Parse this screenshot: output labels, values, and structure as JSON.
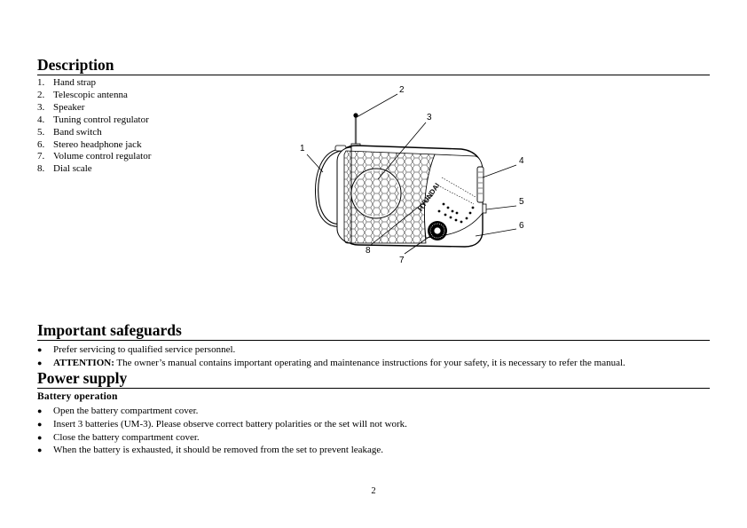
{
  "description": {
    "title": "Description",
    "items": [
      {
        "num": "1.",
        "label": "Hand strap"
      },
      {
        "num": "2.",
        "label": "Telescopic antenna"
      },
      {
        "num": "3.",
        "label": "Speaker"
      },
      {
        "num": "4.",
        "label": "Tuning control regulator"
      },
      {
        "num": "5.",
        "label": "Band switch"
      },
      {
        "num": "6.",
        "label": "Stereo headphone jack"
      },
      {
        "num": "7.",
        "label": "Volume control regulator"
      },
      {
        "num": "8.",
        "label": "Dial scale"
      }
    ]
  },
  "figure": {
    "callouts": [
      "1",
      "2",
      "3",
      "4",
      "5",
      "6",
      "7",
      "8"
    ],
    "brand_text": "HYUNDAI"
  },
  "safeguards": {
    "title": "Important safeguards",
    "item1": "Prefer servicing to qualified service personnel.",
    "item2_bold": "ATTENTION:",
    "item2_text": " The owner’s manual contains important operating and maintenance instructions for your safety, it is necessary to refer the manual."
  },
  "power": {
    "title": "Power supply",
    "subtitle": "Battery operation",
    "items": [
      "Open the battery compartment cover.",
      "Insert 3 batteries (UM-3). Please observe correct battery polarities or the set will not work.",
      "Close the battery compartment cover.",
      "When the battery is exhausted, it should be removed from the set to prevent leakage."
    ]
  },
  "page_number": "2"
}
